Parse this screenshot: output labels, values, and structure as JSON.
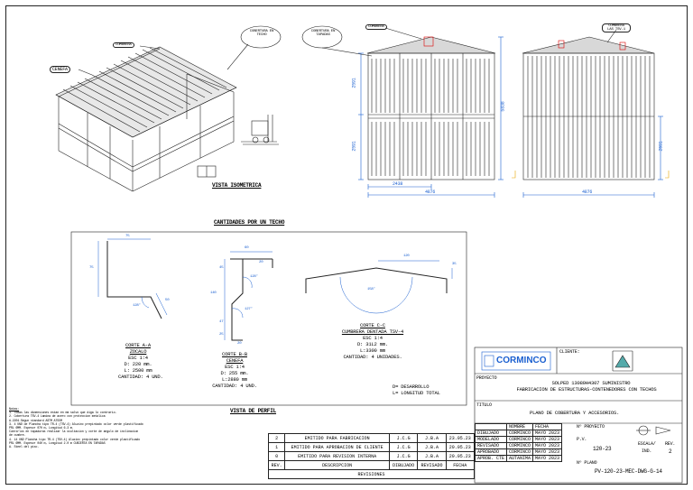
{
  "callouts": {
    "cubierta_techo": "COBERTURA EN TECHO",
    "cubierta_tapas": "COBERTURA EN TAPADAS",
    "cumbrera_top_left": "CUMBRERA",
    "cenefa_left": "CENEFA",
    "cumbrera_front": "CUMBRERA",
    "cumbrera_side": "CUMBRERA LAS TSV-1"
  },
  "iso_title": "VISTA ISOMETRICA",
  "elevation_dims": {
    "h_upper": "2591",
    "h_lower": "2591",
    "h_total": "5838",
    "w_half": "2438",
    "w_front": "4876",
    "w_side": "4876",
    "side_h": "2591"
  },
  "cantidades_title": "CANTIDADES POR UN TECHO",
  "profile_title": "VISTA DE PERFIL",
  "section_a": {
    "dim_top": "75",
    "dim_left": "75",
    "dim_diag": "50",
    "dim_angle": "128°",
    "title": "CORTE A-A",
    "name": "ZOCALO",
    "scale": "ESC 1:4",
    "d": "D: 220 mm.",
    "l": "L: 2500 mm",
    "qty": "CANTIDAD: 4 UND."
  },
  "section_b": {
    "dim_top": "60",
    "dim_top2": "20",
    "dim_45": "45",
    "dim_angle1": "128°",
    "dim_140": "140",
    "dim_angle2": "127°",
    "dim_47": "47",
    "dim_25": "25",
    "dim_20": "20",
    "title": "CORTE B-B",
    "name": "CENEFA",
    "scale": "ESC 1:4",
    "d": "D: 255 mm.",
    "l": "L:2880 mm",
    "qty": "CANTIDAD: 4 UND."
  },
  "section_c": {
    "dim_120": "120",
    "dim_35": "35",
    "dim_angle": "158°",
    "title": "CORTE C-C",
    "name": "CUMBRERA DENTADA TSV-4",
    "scale": "ESC 1:4",
    "d": "D: 31L2 mm.",
    "l": "L:3300 mm",
    "qty": "CANTIDAD: 4 UNIDADES."
  },
  "legend": {
    "d": "D= DESARROLLO",
    "l": "L= LONGITUD TOTAL"
  },
  "notes": {
    "title": "Notas:",
    "lines": [
      "1. Todas las dimensiones estan en mm salvo que diga lo contrario.",
      "2. Cobertura TSV-4 Lamina de acero con proteccion metalica",
      "A.2204.Segun standard ASTM A755M",
      "3. 4 UND de Plancha tipo TR-4 (TSV-4) Aluzinc prepintado color verde plastificado",
      "PRL 6MM. Espesor 070 m, Longitud 6.3 m.",
      "Cubrirlos en tapaduras realizar la ocultacion y corte de angulo de inclinacion",
      "de cumbre.",
      "4. 14 UND Plancha tipo TR-4 (TSV-4) Aluzinc prepintado color verde plastificado",
      "PRL 6MM. Espesor 040 m, Longitud 2.0 m CUBIERTA EN TAPADAS",
      "A. Steel del piso."
    ]
  },
  "revisions": {
    "rows": [
      {
        "rev": "2",
        "desc": "EMITIDO PARA FABRICACION",
        "dib": "J.C.G",
        "rev_by": "J.B.A",
        "date": "23.05.23"
      },
      {
        "rev": "1",
        "desc": "EMITIDO PARA APROBACION DE CLIENTE",
        "dib": "J.C.G",
        "rev_by": "J.B.A",
        "date": "20.05.23"
      },
      {
        "rev": "0",
        "desc": "EMITIDO PARA REVISION INTERNA",
        "dib": "J.C.G",
        "rev_by": "J.B.A",
        "date": "20.05.23"
      }
    ],
    "header": {
      "rev": "REV.",
      "desc": "DESCRIPCION",
      "dib": "DIBUJADO",
      "rev_by": "REVISADO",
      "date": "FECHA"
    },
    "footer": "REVISIONES"
  },
  "titleblock": {
    "brand": "CORMINCO",
    "cliente_label": "CLIENTE:",
    "proyecto_label": "PROYECTO",
    "proyecto_line1": "SOLPED 13089H4307 SUMINISTRO",
    "proyecto_line2": "FABRICACION DE ESTRUCTURAS-CONTENEDORES CON TECHOS",
    "titulo_label": "TITULO",
    "titulo": "PLANO DE COBERTURA Y ACCESORIOS.",
    "col_nombre": "NOMBRE",
    "col_fecha": "FECHA",
    "np_proyecto": "Nº PROYECTO",
    "rows": [
      {
        "role": "DIBUJADO",
        "name": "CORMINCO",
        "date": "MAYO 2023"
      },
      {
        "role": "MODELADO",
        "name": "CORMINCO",
        "date": "MAYO 2023"
      },
      {
        "role": "REVISADO",
        "name": "CORMINCO",
        "date": "MAYO 2023"
      },
      {
        "role": "APROBADO",
        "name": "CORMINCO",
        "date": "MAYO 2023"
      },
      {
        "role": "APROB. CTE",
        "name": "AUTANIMA",
        "date": "MAYO 2023"
      }
    ],
    "pv_label": "P.V.",
    "pv_value": "120-23",
    "escala_label": "ESCALA/",
    "escala_value": "IND.",
    "rev_label": "REV.",
    "rev_value": "2",
    "np_plano": "Nº PLANO",
    "plano_value": "PV-120-23-MEC-DWG-G-14"
  }
}
